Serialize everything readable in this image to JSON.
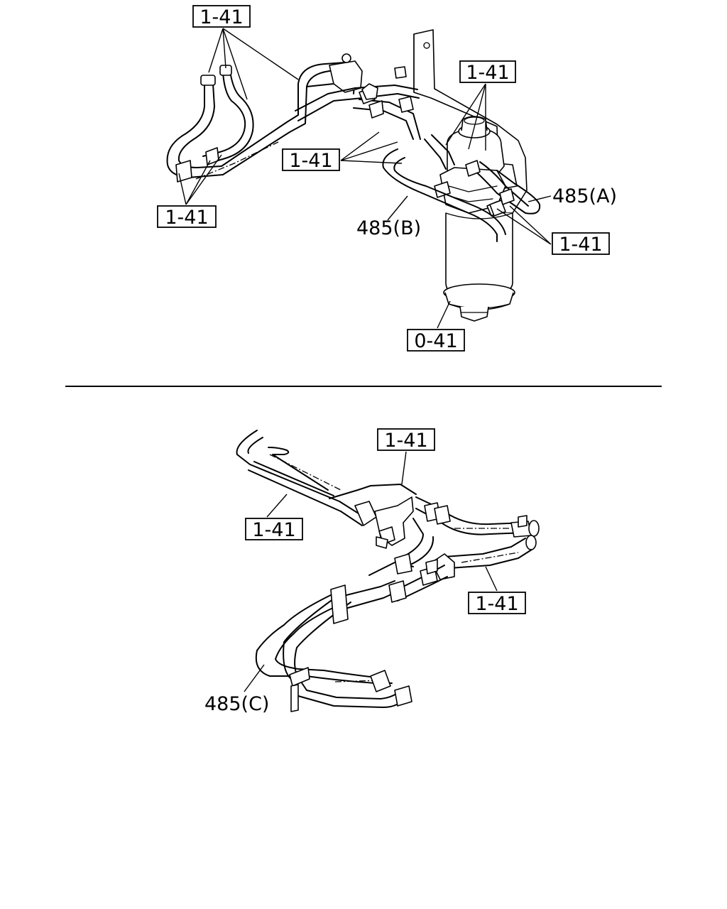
{
  "callouts": {
    "top_left": "1-41",
    "top_right": "1-41",
    "mid_left": "1-41",
    "bottom_left": "1-41",
    "right": "1-41",
    "filter": "0-41",
    "lower_top": "1-41",
    "lower_left": "1-41",
    "lower_right": "1-41"
  },
  "parts": {
    "hose_a": "485(A)",
    "hose_b": "485(B)",
    "hose_c": "485(C)"
  }
}
